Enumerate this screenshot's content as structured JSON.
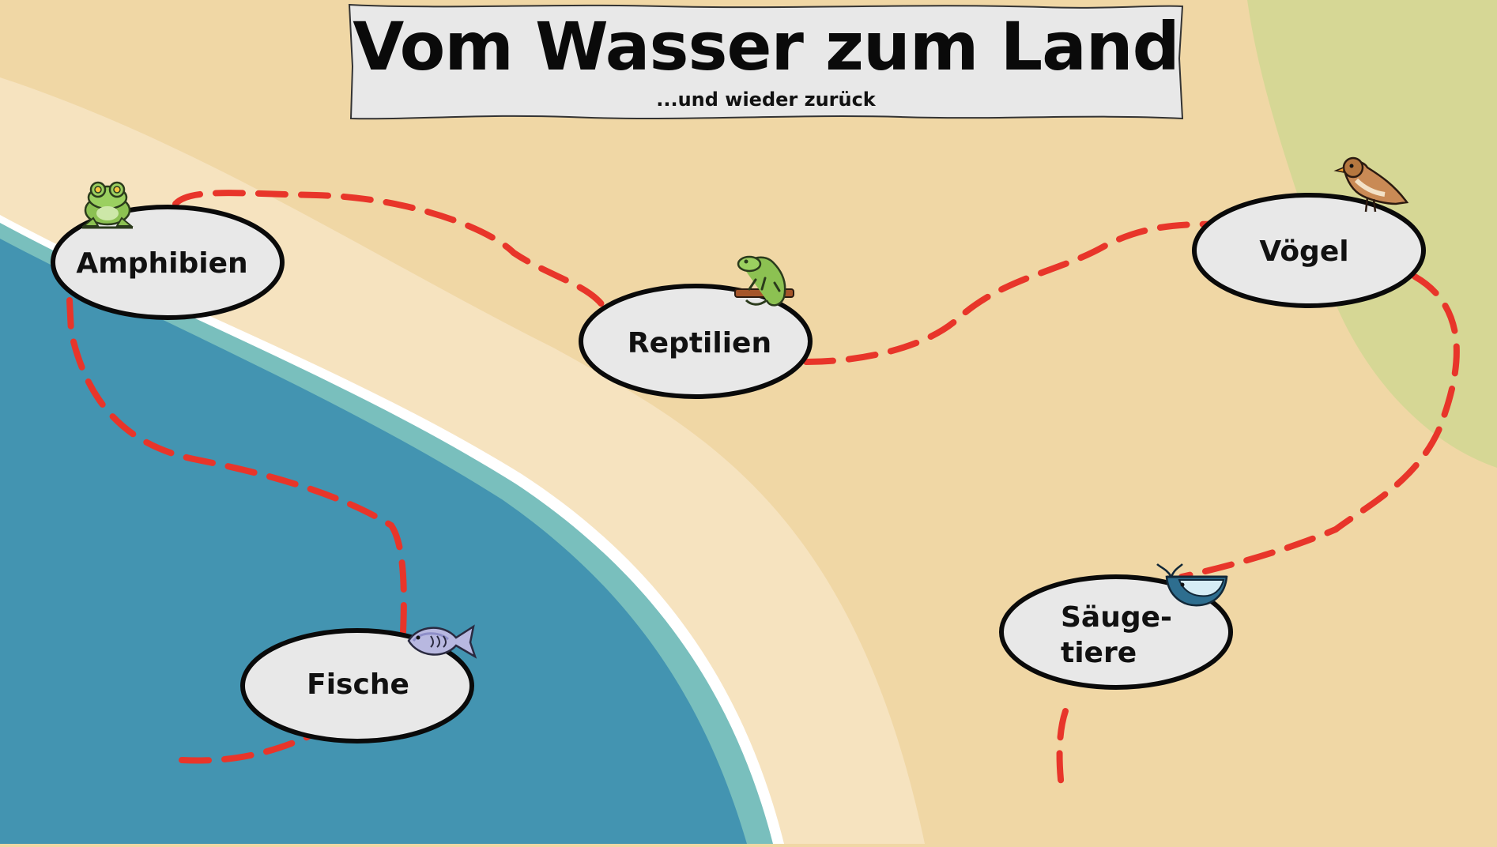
{
  "title": "Vom Wasser zum Land",
  "subtitle": "...und wieder zurück",
  "colors": {
    "sand_dark": "#f0d7a5",
    "sand_light": "#f6e3bf",
    "water": "#4394b1",
    "water_edge": "#79bfbd",
    "meadow": "#d6d795",
    "path": "#e8352a",
    "node_fill": "#e8e8e8"
  },
  "nodes": {
    "amphibien": {
      "label": "Amphibien",
      "icon": "frog-icon"
    },
    "reptilien": {
      "label": "Reptilien",
      "icon": "lizard-icon"
    },
    "voegel": {
      "label": "Vögel",
      "icon": "bird-icon"
    },
    "fische": {
      "label": "Fische",
      "icon": "fish-icon"
    },
    "saeugetiere": {
      "label_line1": "Säuge-",
      "label_line2": "tiere",
      "icon": "whale-icon"
    }
  }
}
